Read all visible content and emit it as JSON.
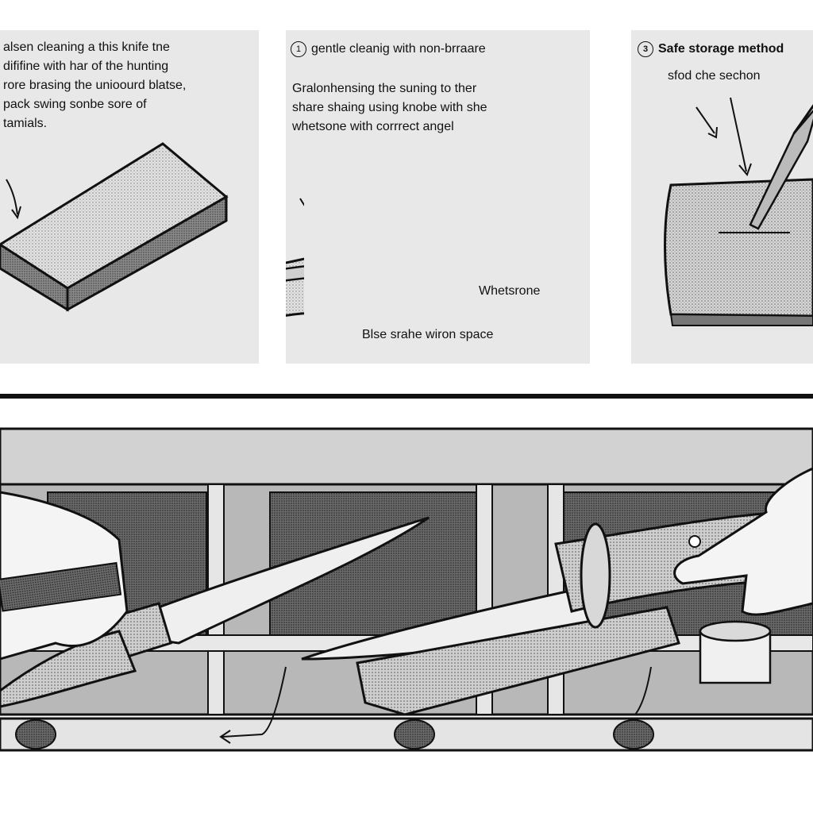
{
  "panel1": {
    "text": "alsen cleaning a this knife tne\ndififine with har of the hunting\nrore brasing the unioourd blatse,\npack swing sonbe sore of\ntamials."
  },
  "panel2": {
    "step_number": "1",
    "heading": "gentle cleanig with non-brraare",
    "text": "Gralonhensing the suning to ther\nshare shaing using knobe with she\nwhetsone with corrrect angel",
    "label_whetstone": "Whetsrone",
    "label_blade": "Blse srahe wiron space"
  },
  "panel3": {
    "step_number": "3",
    "heading": "Safe storage method",
    "subheading": "sfod che sechon"
  }
}
